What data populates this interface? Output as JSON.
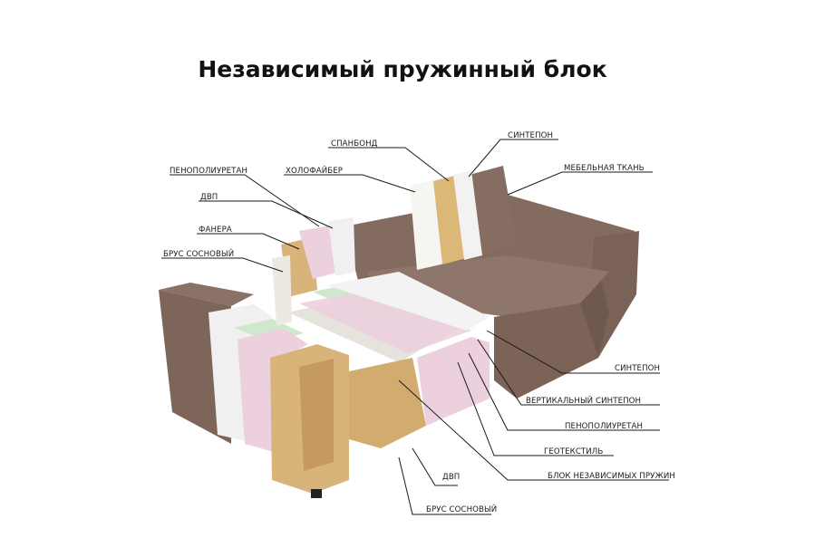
{
  "title": "Независимый пружинный блок",
  "colors": {
    "upholstery": "#836a5e",
    "upholstery_dark": "#6b564b",
    "pink_foam": "#ecd0de",
    "green_foam": "#cfe7cc",
    "wood": "#d8b47a",
    "white_fill": "#f2f2f2",
    "leader_line": "#1a1a1a"
  },
  "labels": {
    "spanbond": "СПАНБОНД",
    "sintepon_top": "СИНТЕПОН",
    "furniture_fabric": "МЕБЕЛЬНАЯ ТКАНЬ",
    "holofiber": "ХОЛОФАЙБЕР",
    "ppu_left": "ПЕНОПОЛИУРЕТАН",
    "dvp_left": "ДВП",
    "plywood": "ФАНЕРА",
    "pine_beam_left": "БРУС СОСНОВЫЙ",
    "sintepon_right": "СИНТЕПОН",
    "vertical_sintepon": "ВЕРТИКАЛЬНЫЙ СИНТЕПОН",
    "ppu_right": "ПЕНОПОЛИУРЕТАН",
    "geotextile": "ГЕОТЕКСТИЛЬ",
    "dvp_bottom": "ДВП",
    "spring_block": "БЛОК НЕЗАВИСИМЫХ ПРУЖИН",
    "pine_beam_bottom": "БРУС СОСНОВЫЙ"
  }
}
